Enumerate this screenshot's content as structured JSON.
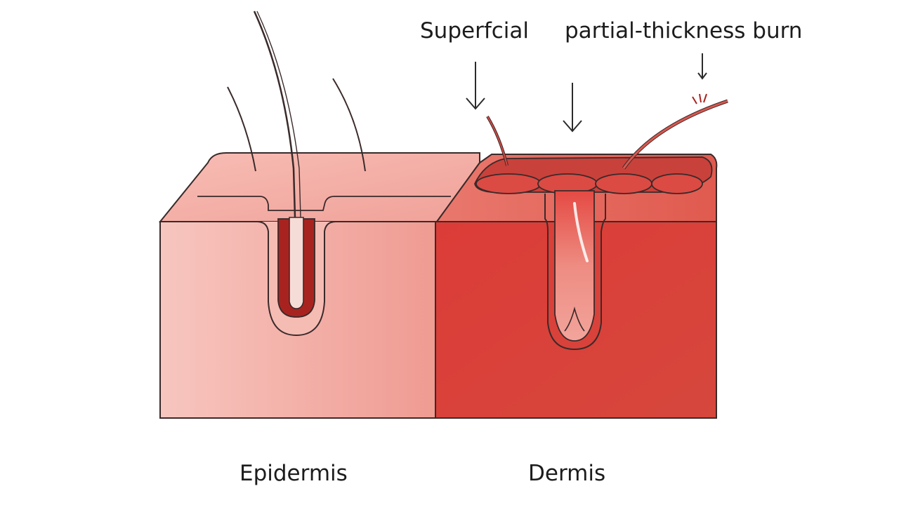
{
  "labels": {
    "superficial": "Superfcial",
    "partial_thickness_burn": "partial-thickness burn",
    "epidermis": "Epidermis",
    "dermis": "Dermis"
  },
  "colors": {
    "outline": "#3a2a2a",
    "healthy_top": "#f2a9a0",
    "healthy_front": "#f3aaa2",
    "follicle_dark": "#a8231f",
    "burn_front": "#d9433b",
    "burn_top": "#e4675c",
    "blister": "#dc4a44",
    "arrow": "#2b2b2b"
  }
}
